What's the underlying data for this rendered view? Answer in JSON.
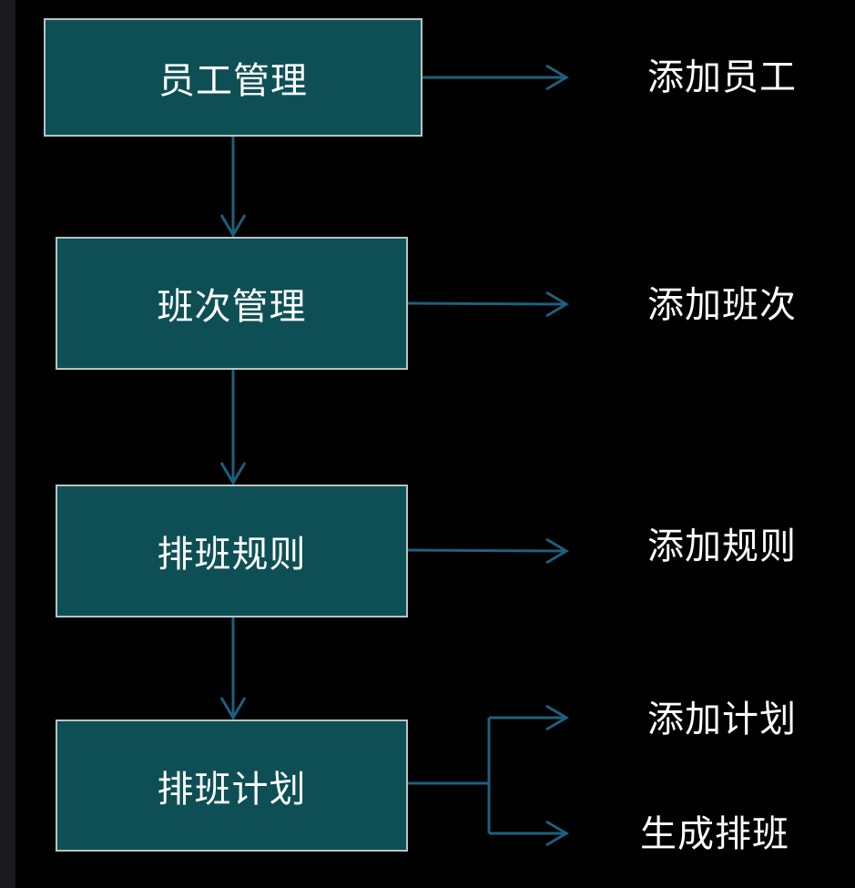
{
  "colors": {
    "background": "#000000",
    "box_fill": "#0d4f55",
    "box_border": "#b9c3c4",
    "arrow": "#1f5f7d",
    "text": "#ffffff"
  },
  "diagram": {
    "nodes": [
      {
        "label": "员工管理",
        "actions": [
          "添加员工"
        ]
      },
      {
        "label": "班次管理",
        "actions": [
          "添加班次"
        ]
      },
      {
        "label": "排班规则",
        "actions": [
          "添加规则"
        ]
      },
      {
        "label": "排班计划",
        "actions": [
          "添加计划",
          "生成排班"
        ]
      }
    ]
  }
}
